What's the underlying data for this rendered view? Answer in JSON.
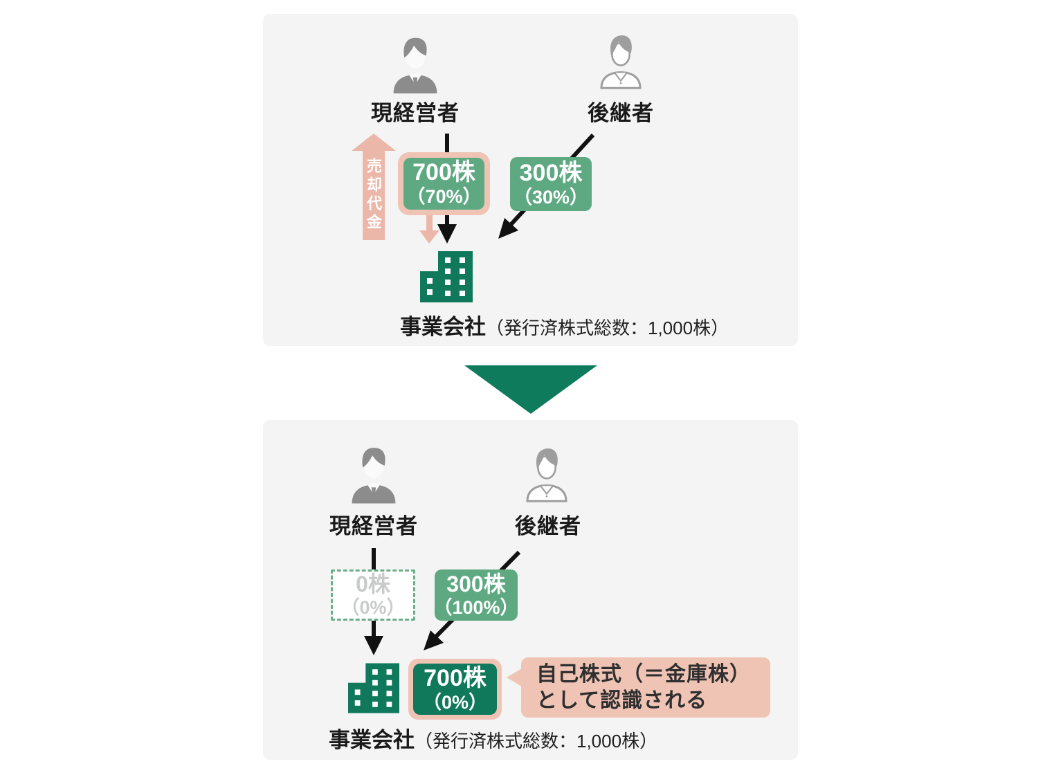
{
  "colors": {
    "panel_bg": "#f4f4f4",
    "light_green": "#5fa982",
    "dark_green": "#10795b",
    "pink": "#efc4b5",
    "pink_arrow": "#ebb7a8",
    "person_gray": "#8c8c8c",
    "person_gray_light": "#9e9e9e",
    "muted_text": "#c9cbca"
  },
  "before": {
    "owner_label": "現経営者",
    "successor_label": "後継者",
    "proceeds_label": "売却代金",
    "owner_badge": {
      "shares": "700株",
      "percent": "（70%）"
    },
    "successor_badge": {
      "shares": "300株",
      "percent": "（30%）"
    },
    "company_name": "事業会社",
    "company_note": "（発行済株式総数：1,000株）"
  },
  "after": {
    "owner_label": "現経営者",
    "successor_label": "後継者",
    "owner_badge": {
      "shares": "0株",
      "percent": "（0%）"
    },
    "successor_badge": {
      "shares": "300株",
      "percent": "（100%）"
    },
    "treasury_badge": {
      "shares": "700株",
      "percent": "（0%）"
    },
    "callout": {
      "line1": "自己株式（＝金庫株）",
      "line2": "として認識される"
    },
    "company_name": "事業会社",
    "company_note": "（発行済株式総数：1,000株）"
  }
}
